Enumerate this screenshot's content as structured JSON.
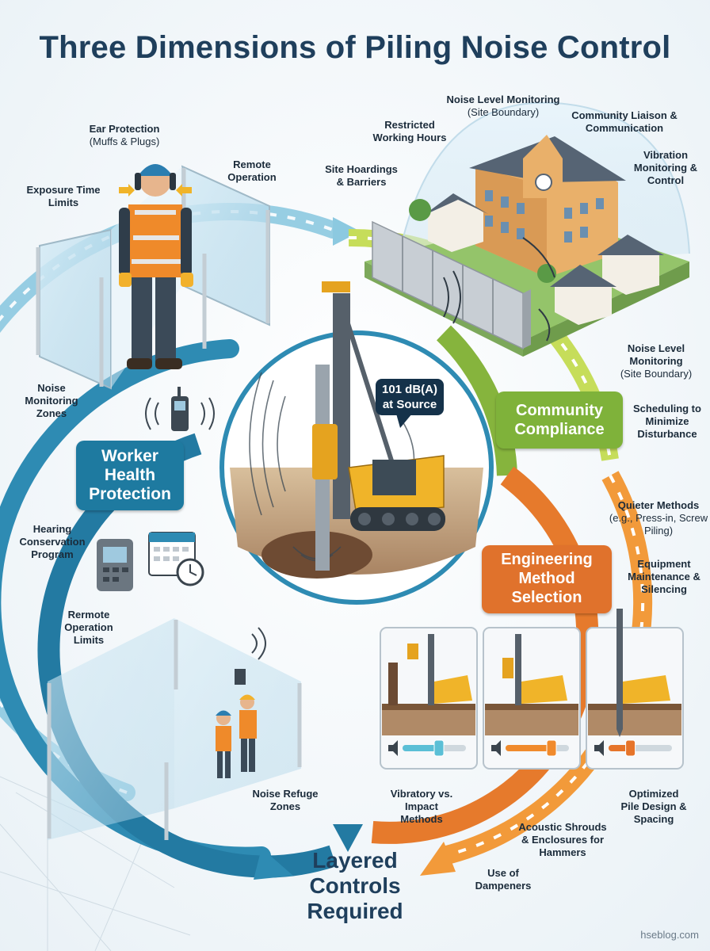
{
  "title": "Three Dimensions of Piling Noise Control",
  "center": {
    "source_level": "101 dB(A)",
    "source_note": "at Source",
    "outcome": "Layered Controls Required"
  },
  "categories": {
    "worker": {
      "label": "Worker Health Protection",
      "color": "#1e7aa0"
    },
    "community": {
      "label": "Community Compliance",
      "color": "#7fb23a"
    },
    "engineering": {
      "label": "Engineering Method Selection",
      "color": "#e0722c"
    }
  },
  "worker_items": {
    "ear_protection": "Ear Protection",
    "ear_protection_sub": "(Muffs & Plugs)",
    "exposure": "Exposure Time Limits",
    "remote_operation": "Remote Operation",
    "noise_zones": "Noise Monitoring Zones",
    "hearing_program": "Hearing Conservation Program",
    "remote_limits": "Rermote Operation Limits",
    "refuge": "Noise Refuge Zones"
  },
  "community_items": {
    "monitoring_top": "Noise Level Monitoring",
    "monitoring_top_sub": "(Site Boundary)",
    "liaison": "Community Liaison & Communication",
    "hours": "Restricted Working Hours",
    "hoardings": "Site Hoardings & Barriers",
    "vibration": "Vibration Monitoring & Control",
    "monitoring_side": "Noise Level Monitoring",
    "monitoring_side_sub": "(Site Boundary)",
    "scheduling": "Scheduling to Minimize Disturbance"
  },
  "engineering_items": {
    "quieter": "Quieter Methods",
    "quieter_sub": "(e.g., Press-in, Screw Piling)",
    "maintenance": "Equipment Maintenance & Silencing",
    "vibratory": "Vibratory vs. Impact Methods",
    "shrouds": "Acoustic Shrouds & Enclosures for Hammers",
    "dampeners": "Use of Dampeners",
    "optimized": "Optimized Pile Design & Spacing"
  },
  "method_panels": [
    {
      "level": 0.45
    },
    {
      "level": 0.6
    },
    {
      "level": 0.22
    }
  ],
  "footer": "hseblog.com"
}
